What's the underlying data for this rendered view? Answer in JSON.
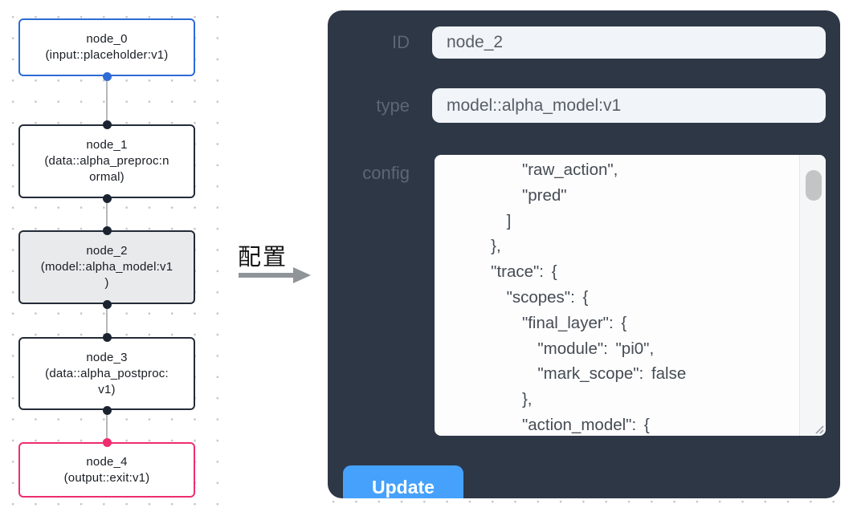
{
  "graph": {
    "nodes": [
      {
        "id": "node_0",
        "lines": [
          "node_0",
          "(input::placeholder:v1)"
        ]
      },
      {
        "id": "node_1",
        "lines": [
          "node_1",
          "(data::alpha_preproc:n",
          "ormal)"
        ]
      },
      {
        "id": "node_2",
        "lines": [
          "node_2",
          "(model::alpha_model:v1",
          ")"
        ]
      },
      {
        "id": "node_3",
        "lines": [
          "node_3",
          "(data::alpha_postproc:",
          "v1)"
        ]
      },
      {
        "id": "node_4",
        "lines": [
          "node_4",
          "(output::exit:v1)"
        ]
      }
    ],
    "arrow_label": "配置"
  },
  "panel": {
    "fields": [
      {
        "label": "ID",
        "value": "node_2"
      },
      {
        "label": "type",
        "value": "model::alpha_model:v1"
      },
      {
        "label": "config",
        "value": "          \"raw_action\",\n          \"pred\"\n        ]\n      },\n      \"trace\": {\n        \"scopes\": {\n          \"final_layer\": {\n            \"module\": \"pi0\",\n            \"mark_scope\": false\n          },\n          \"action_model\": {"
      }
    ],
    "update_label": "Update"
  },
  "colors": {
    "panel_bg": "#2e3746",
    "button_blue": "#45a1fc",
    "input_node_border": "#2e6bd6",
    "output_node_border": "#ee2e6e",
    "default_node_border": "#242b38",
    "selected_node_bg": "#e9eaeb",
    "edge_gray": "#b5b8bb"
  }
}
